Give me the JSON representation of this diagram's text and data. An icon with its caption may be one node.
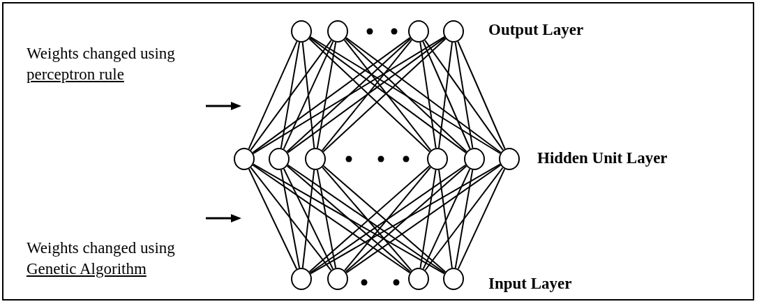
{
  "diagram": {
    "nodes": [
      {
        "text": [],
        "shape": "circle"
      },
      {
        "text": [],
        "shape": "circle"
      },
      {
        "text": [],
        "shape": "circle"
      },
      {
        "text": [],
        "shape": "circle"
      },
      {
        "text": [],
        "shape": "circle"
      },
      {
        "text": [],
        "shape": "circle"
      },
      {
        "text": [],
        "shape": "circle"
      },
      {
        "text": [],
        "shape": "circle"
      },
      {
        "text": [],
        "shape": "circle"
      },
      {
        "text": [],
        "shape": "circle"
      },
      {
        "text": [],
        "shape": "circle"
      },
      {
        "text": [],
        "shape": "circle"
      },
      {
        "text": [],
        "shape": "circle"
      },
      {
        "text": [],
        "shape": "circle"
      }
    ],
    "edges": [
      {
        "from": 0,
        "to": 4,
        "arrow": "none"
      },
      {
        "from": 0,
        "to": 5,
        "arrow": "none"
      },
      {
        "from": 0,
        "to": 6,
        "arrow": "none"
      },
      {
        "from": 0,
        "to": 7,
        "arrow": "none"
      },
      {
        "from": 0,
        "to": 8,
        "arrow": "none"
      },
      {
        "from": 0,
        "to": 9,
        "arrow": "none"
      },
      {
        "from": 1,
        "to": 4,
        "arrow": "none"
      },
      {
        "from": 1,
        "to": 5,
        "arrow": "none"
      },
      {
        "from": 1,
        "to": 6,
        "arrow": "none"
      },
      {
        "from": 1,
        "to": 7,
        "arrow": "none"
      },
      {
        "from": 1,
        "to": 8,
        "arrow": "none"
      },
      {
        "from": 1,
        "to": 9,
        "arrow": "none"
      },
      {
        "from": 2,
        "to": 4,
        "arrow": "none"
      },
      {
        "from": 2,
        "to": 5,
        "arrow": "none"
      },
      {
        "from": 2,
        "to": 6,
        "arrow": "none"
      },
      {
        "from": 2,
        "to": 7,
        "arrow": "none"
      },
      {
        "from": 2,
        "to": 8,
        "arrow": "none"
      },
      {
        "from": 2,
        "to": 9,
        "arrow": "none"
      },
      {
        "from": 3,
        "to": 4,
        "arrow": "none"
      },
      {
        "from": 3,
        "to": 5,
        "arrow": "none"
      },
      {
        "from": 3,
        "to": 6,
        "arrow": "none"
      },
      {
        "from": 3,
        "to": 7,
        "arrow": "none"
      },
      {
        "from": 3,
        "to": 8,
        "arrow": "none"
      },
      {
        "from": 3,
        "to": 9,
        "arrow": "none"
      },
      {
        "from": 4,
        "to": 10,
        "arrow": "none"
      },
      {
        "from": 4,
        "to": 11,
        "arrow": "none"
      },
      {
        "from": 4,
        "to": 12,
        "arrow": "none"
      },
      {
        "from": 4,
        "to": 13,
        "arrow": "none"
      },
      {
        "from": 5,
        "to": 10,
        "arrow": "none"
      },
      {
        "from": 5,
        "to": 11,
        "arrow": "none"
      },
      {
        "from": 5,
        "to": 12,
        "arrow": "none"
      },
      {
        "from": 5,
        "to": 13,
        "arrow": "none"
      },
      {
        "from": 6,
        "to": 10,
        "arrow": "none"
      },
      {
        "from": 6,
        "to": 11,
        "arrow": "none"
      },
      {
        "from": 6,
        "to": 12,
        "arrow": "none"
      },
      {
        "from": 6,
        "to": 13,
        "arrow": "none"
      },
      {
        "from": 7,
        "to": 10,
        "arrow": "none"
      },
      {
        "from": 7,
        "to": 11,
        "arrow": "none"
      },
      {
        "from": 7,
        "to": 12,
        "arrow": "none"
      },
      {
        "from": 7,
        "to": 13,
        "arrow": "none"
      },
      {
        "from": 8,
        "to": 10,
        "arrow": "none"
      },
      {
        "from": 8,
        "to": 11,
        "arrow": "none"
      },
      {
        "from": 8,
        "to": 12,
        "arrow": "none"
      },
      {
        "from": 8,
        "to": 13,
        "arrow": "none"
      },
      {
        "from": 9,
        "to": 10,
        "arrow": "none"
      },
      {
        "from": 9,
        "to": 11,
        "arrow": "none"
      },
      {
        "from": 9,
        "to": 12,
        "arrow": "none"
      },
      {
        "from": 9,
        "to": 13,
        "arrow": "none"
      }
    ],
    "labels": [
      "Output Layer",
      "Weights changed using",
      "perceptron rule",
      "Hidden Unit Layer",
      "Weights changed using",
      "Genetic Algorithm",
      "Input Layer"
    ]
  }
}
